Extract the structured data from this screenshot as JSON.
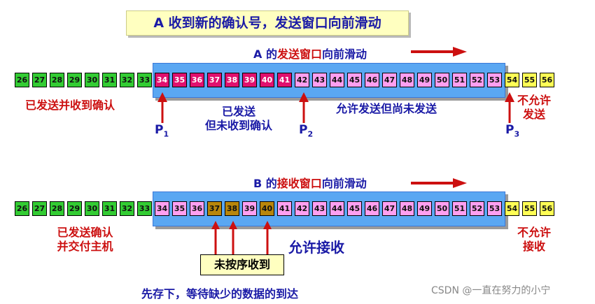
{
  "title": "A 收到新的确认号，发送窗口向前滑动",
  "top": {
    "heading_prefix": "A 的",
    "heading_highlight": "发送窗口",
    "heading_suffix": "向前滑动",
    "cells": [
      {
        "n": "26",
        "c": "green"
      },
      {
        "n": "27",
        "c": "green"
      },
      {
        "n": "28",
        "c": "green"
      },
      {
        "n": "29",
        "c": "green"
      },
      {
        "n": "30",
        "c": "green"
      },
      {
        "n": "31",
        "c": "green"
      },
      {
        "n": "32",
        "c": "green"
      },
      {
        "n": "33",
        "c": "green"
      },
      {
        "n": "34",
        "c": "magenta"
      },
      {
        "n": "35",
        "c": "magenta"
      },
      {
        "n": "36",
        "c": "magenta"
      },
      {
        "n": "37",
        "c": "magenta"
      },
      {
        "n": "38",
        "c": "magenta"
      },
      {
        "n": "39",
        "c": "magenta"
      },
      {
        "n": "40",
        "c": "magenta"
      },
      {
        "n": "41",
        "c": "magenta"
      },
      {
        "n": "42",
        "c": "pink"
      },
      {
        "n": "43",
        "c": "pink"
      },
      {
        "n": "44",
        "c": "pink"
      },
      {
        "n": "45",
        "c": "pink"
      },
      {
        "n": "46",
        "c": "pink"
      },
      {
        "n": "47",
        "c": "pink"
      },
      {
        "n": "48",
        "c": "pink"
      },
      {
        "n": "49",
        "c": "pink"
      },
      {
        "n": "50",
        "c": "pink"
      },
      {
        "n": "51",
        "c": "pink"
      },
      {
        "n": "52",
        "c": "pink"
      },
      {
        "n": "53",
        "c": "pink"
      },
      {
        "n": "54",
        "c": "yellow"
      },
      {
        "n": "55",
        "c": "yellow"
      },
      {
        "n": "56",
        "c": "yellow"
      }
    ],
    "label_sent_acked": "已发送并收到确认",
    "label_sent_line1": "已发送",
    "label_sent_line2": "但未收到确认",
    "label_allowed": "允许发送但尚未发送",
    "label_not_allowed_1": "不允许",
    "label_not_allowed_2": "发送",
    "p1": "P",
    "p1_sub": "1",
    "p2": "P",
    "p2_sub": "2",
    "p3": "P",
    "p3_sub": "3"
  },
  "bottom": {
    "heading_prefix": "B 的",
    "heading_highlight": "接收窗口",
    "heading_suffix": "向前滑动",
    "cells": [
      {
        "n": "26",
        "c": "green"
      },
      {
        "n": "27",
        "c": "green"
      },
      {
        "n": "28",
        "c": "green"
      },
      {
        "n": "29",
        "c": "green"
      },
      {
        "n": "30",
        "c": "green"
      },
      {
        "n": "31",
        "c": "green"
      },
      {
        "n": "32",
        "c": "green"
      },
      {
        "n": "33",
        "c": "green"
      },
      {
        "n": "34",
        "c": "pink"
      },
      {
        "n": "35",
        "c": "pink"
      },
      {
        "n": "36",
        "c": "pink"
      },
      {
        "n": "37",
        "c": "brown"
      },
      {
        "n": "38",
        "c": "brown"
      },
      {
        "n": "39",
        "c": "pink"
      },
      {
        "n": "40",
        "c": "brown"
      },
      {
        "n": "41",
        "c": "pink"
      },
      {
        "n": "42",
        "c": "pink"
      },
      {
        "n": "43",
        "c": "pink"
      },
      {
        "n": "44",
        "c": "pink"
      },
      {
        "n": "45",
        "c": "pink"
      },
      {
        "n": "46",
        "c": "pink"
      },
      {
        "n": "47",
        "c": "pink"
      },
      {
        "n": "48",
        "c": "pink"
      },
      {
        "n": "49",
        "c": "pink"
      },
      {
        "n": "50",
        "c": "pink"
      },
      {
        "n": "51",
        "c": "pink"
      },
      {
        "n": "52",
        "c": "pink"
      },
      {
        "n": "53",
        "c": "pink"
      },
      {
        "n": "54",
        "c": "yellow"
      },
      {
        "n": "55",
        "c": "yellow"
      },
      {
        "n": "56",
        "c": "yellow"
      }
    ],
    "label_delivered_1": "已发送确认",
    "label_delivered_2": "并交付主机",
    "label_allowed": "允许接收",
    "label_not_allowed_1": "不允许",
    "label_not_allowed_2": "接收",
    "note": "未按序收到",
    "caption": "先存下，等待缺少的数据的到达"
  },
  "watermark": "CSDN @一直在努力的小宁",
  "colors": {
    "green": "#33cc33",
    "magenta": "#e0106e",
    "pink": "#ff9ff0",
    "yellow": "#ffff55",
    "brown": "#b8860b",
    "window": "#5aa7f2",
    "red": "#cc1010",
    "blue": "#1a1aa6"
  }
}
